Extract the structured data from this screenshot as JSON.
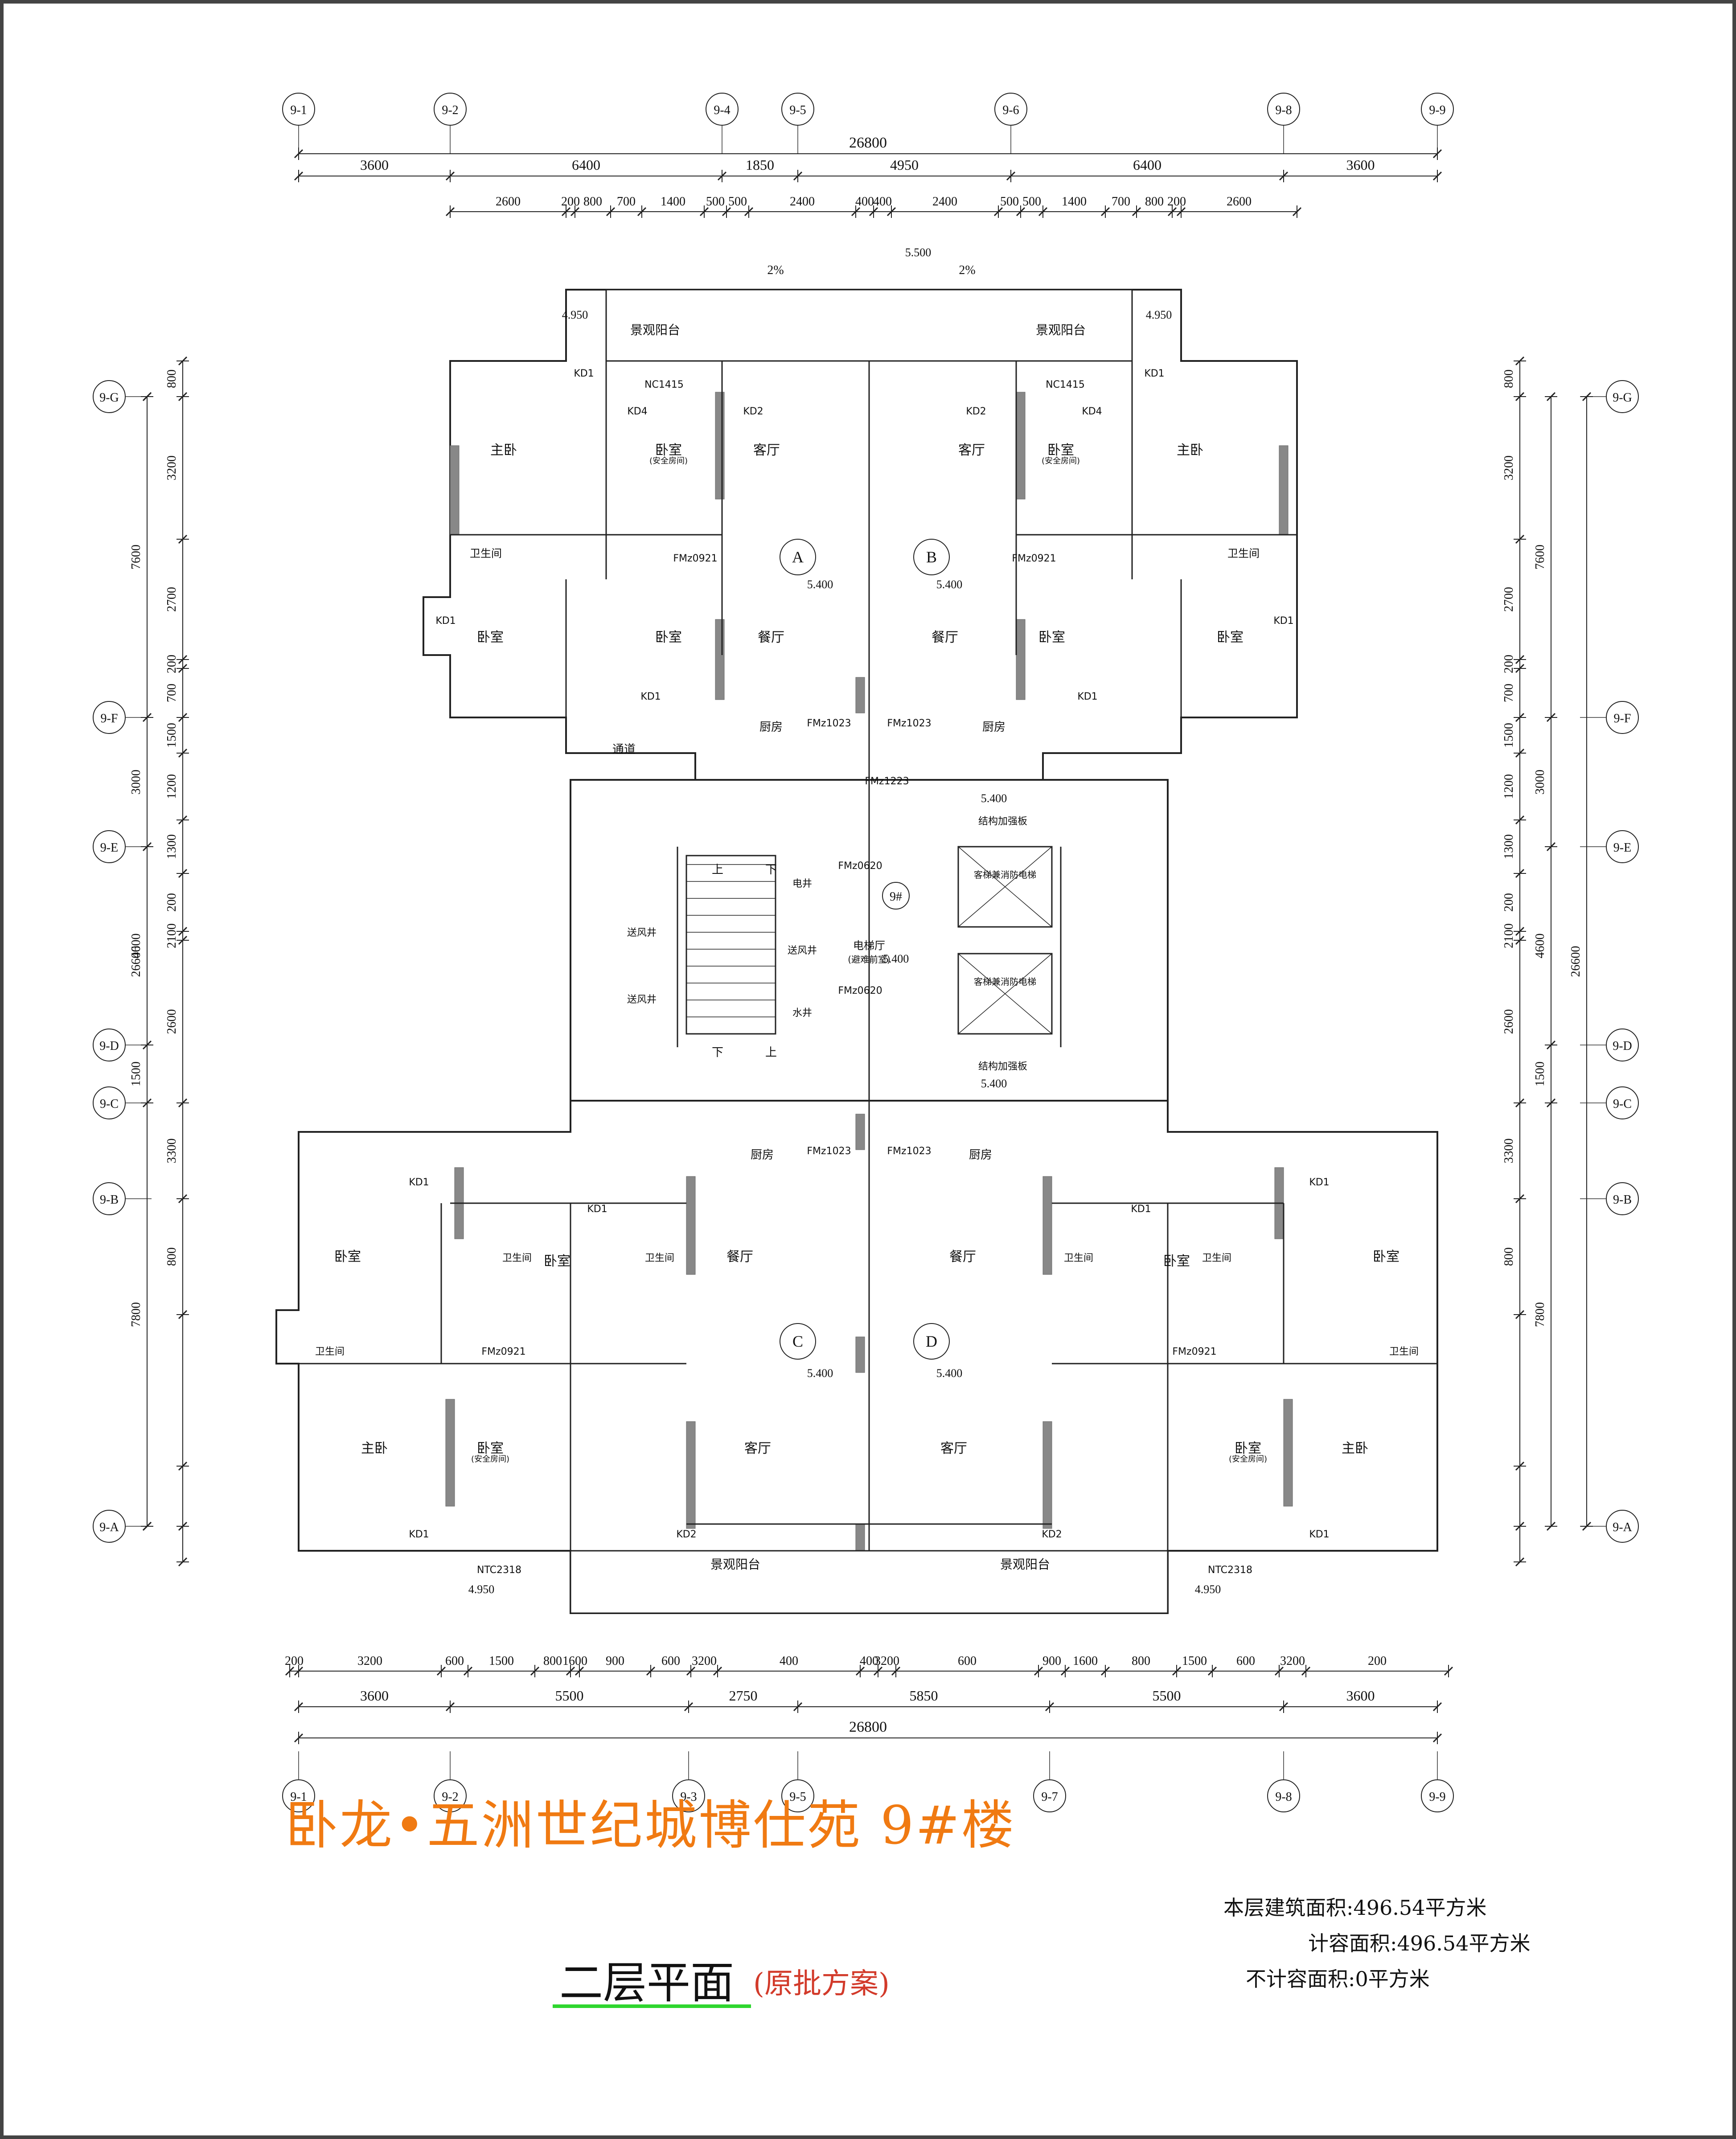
{
  "title": "卧龙•五洲世纪城博仕苑 9#楼",
  "subtitle": "二层平面",
  "subtitle_note": "(原批方案)",
  "areas": [
    {
      "label": "本层建筑面积:",
      "value": "496.54平方米"
    },
    {
      "label": "计容面积:",
      "value": "496.54平方米"
    },
    {
      "label": "不计容面积:",
      "value": "0平方米"
    }
  ],
  "axes_top": [
    "9-1",
    "9-2",
    "9-4",
    "9-5",
    "9-6",
    "9-8",
    "9-9"
  ],
  "axes_bottom": [
    "9-1",
    "9-2",
    "9-3",
    "9-5",
    "9-7",
    "9-8",
    "9-9"
  ],
  "axes_left": [
    "9-G",
    "9-F",
    "9-E",
    "9-D",
    "9-C",
    "9-B",
    "9-A"
  ],
  "axes_right": [
    "9-G",
    "9-F",
    "9-E",
    "9-D",
    "9-C",
    "9-B",
    "9-A"
  ],
  "dims": {
    "total": "26800",
    "top_row1": [
      "3600",
      "6400",
      "1850",
      "4950",
      "6400",
      "3600"
    ],
    "top_row2": [
      "2600",
      "200",
      "800",
      "700",
      "1400",
      "500",
      "500",
      "2400",
      "400",
      "400",
      "2400",
      "500",
      "500",
      "1400",
      "700",
      "800",
      "200",
      "2600"
    ],
    "bottom_row1": [
      "3600",
      "5500",
      "2750",
      "5850",
      "5500",
      "3600"
    ],
    "bottom_row2": [
      "200",
      "3200",
      "600",
      "1500",
      "800",
      "1600",
      "900",
      "600",
      "3200",
      "400",
      "400",
      "3200",
      "600",
      "900",
      "1600",
      "800",
      "1500",
      "600",
      "3200",
      "200"
    ],
    "side_total": "26600",
    "side_row1": [
      "7600",
      "3000",
      "4600",
      "1500",
      "7800"
    ],
    "side_row2": [
      "800",
      "3200",
      "2700",
      "200",
      "700",
      "1500",
      "1200",
      "1300",
      "200",
      "2100",
      "2600",
      "3300",
      "800"
    ]
  },
  "units": [
    "A",
    "B",
    "C",
    "D"
  ],
  "rooms": {
    "master": "主卧",
    "bedroom": "卧室",
    "safe_note": "(安全房间)",
    "bath": "卫生间",
    "living": "客厅",
    "dining": "餐厅",
    "kitchen": "厨房",
    "balcony": "景观阳台",
    "corridor": "通道",
    "lift_lobby": "电梯厅",
    "lift_lobby2": "(避难前室)",
    "lift1": "客梯兼消防电梯",
    "lift2": "客梯兼消防电梯",
    "shaft_elec": "电井",
    "shaft_air": "送风井",
    "shaft_water": "水井",
    "struct": "结构加强板",
    "up": "上",
    "down": "下",
    "building_no": "9#",
    "level": "5.400",
    "level_top": "5.500",
    "level_side": "4.950",
    "slope": "2%"
  },
  "labels": {
    "window_top": "NC1415",
    "window_bottom": "NTC2318",
    "door_fm": "FMz0921",
    "door_fm2": "FMz1023",
    "door_fm3": "FMz1223",
    "door_fm4": "FMz0620",
    "kd1": "KD1",
    "kd2": "KD2",
    "kd4": "KD4"
  }
}
